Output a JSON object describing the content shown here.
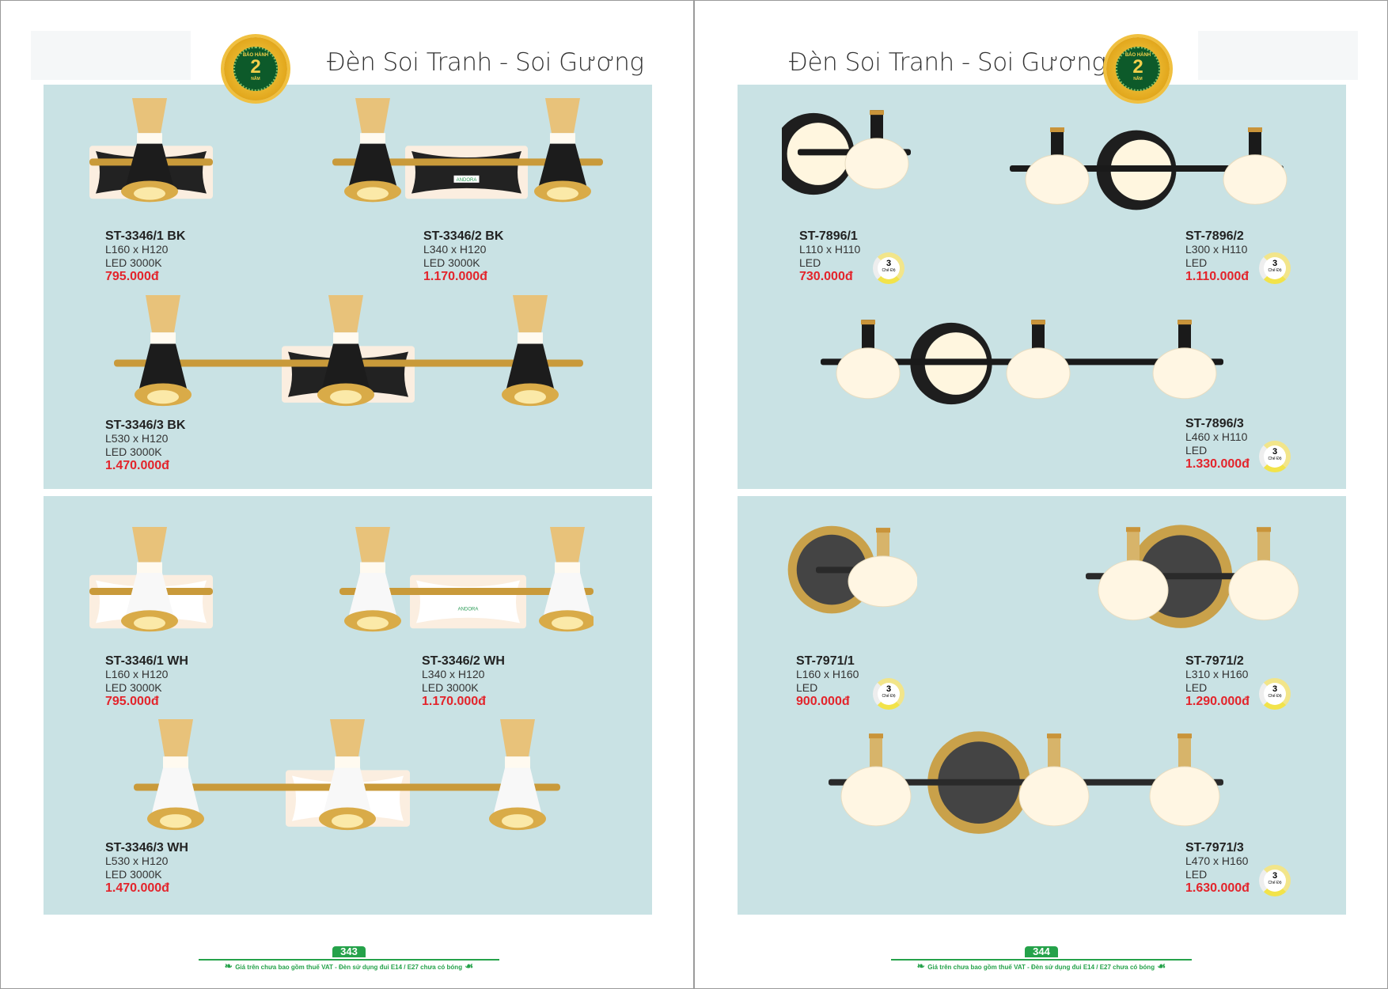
{
  "header_title": "Đèn Soi Tranh - Soi Gương",
  "badge": {
    "top": "BẢO HÀNH",
    "number": "2",
    "bottom": "NĂM"
  },
  "mode_icon": {
    "number": "3",
    "label": "Chế Độ"
  },
  "footer": {
    "note": "Giá trên chưa bao gồm thuế VAT - Đèn sử dụng đui E14 / E27 chưa có bóng",
    "pages": [
      "343",
      "344"
    ]
  },
  "products": [
    {
      "name": "ST-3346/1 BK",
      "size": "L160 x H120",
      "light": "LED 3000K",
      "price": "795.000đ"
    },
    {
      "name": "ST-3346/2 BK",
      "size": "L340 x H120",
      "light": "LED 3000K",
      "price": "1.170.000đ"
    },
    {
      "name": "ST-3346/3 BK",
      "size": "L530 x H120",
      "light": "LED 3000K",
      "price": "1.470.000đ"
    },
    {
      "name": "ST-3346/1 WH",
      "size": "L160 x H120",
      "light": "LED 3000K",
      "price": "795.000đ"
    },
    {
      "name": "ST-3346/2 WH",
      "size": "L340 x H120",
      "light": "LED 3000K",
      "price": "1.170.000đ"
    },
    {
      "name": "ST-3346/3 WH",
      "size": "L530 x H120",
      "light": "LED 3000K",
      "price": "1.470.000đ"
    },
    {
      "name": "ST-7896/1",
      "size": "L110 x H110",
      "light": "LED",
      "price": "730.000đ"
    },
    {
      "name": "ST-7896/2",
      "size": "L300 x H110",
      "light": "LED",
      "price": "1.110.000đ"
    },
    {
      "name": "ST-7896/3",
      "size": "L460 x H110",
      "light": "LED",
      "price": "1.330.000đ"
    },
    {
      "name": "ST-7971/1",
      "size": "L160 x H160",
      "light": "LED",
      "price": "900.000đ"
    },
    {
      "name": "ST-7971/2",
      "size": "L310 x H160",
      "light": "LED",
      "price": "1.290.000đ"
    },
    {
      "name": "ST-7971/3",
      "size": "L470 x H160",
      "light": "LED",
      "price": "1.630.000đ"
    }
  ],
  "brand_label": "ANDORA"
}
